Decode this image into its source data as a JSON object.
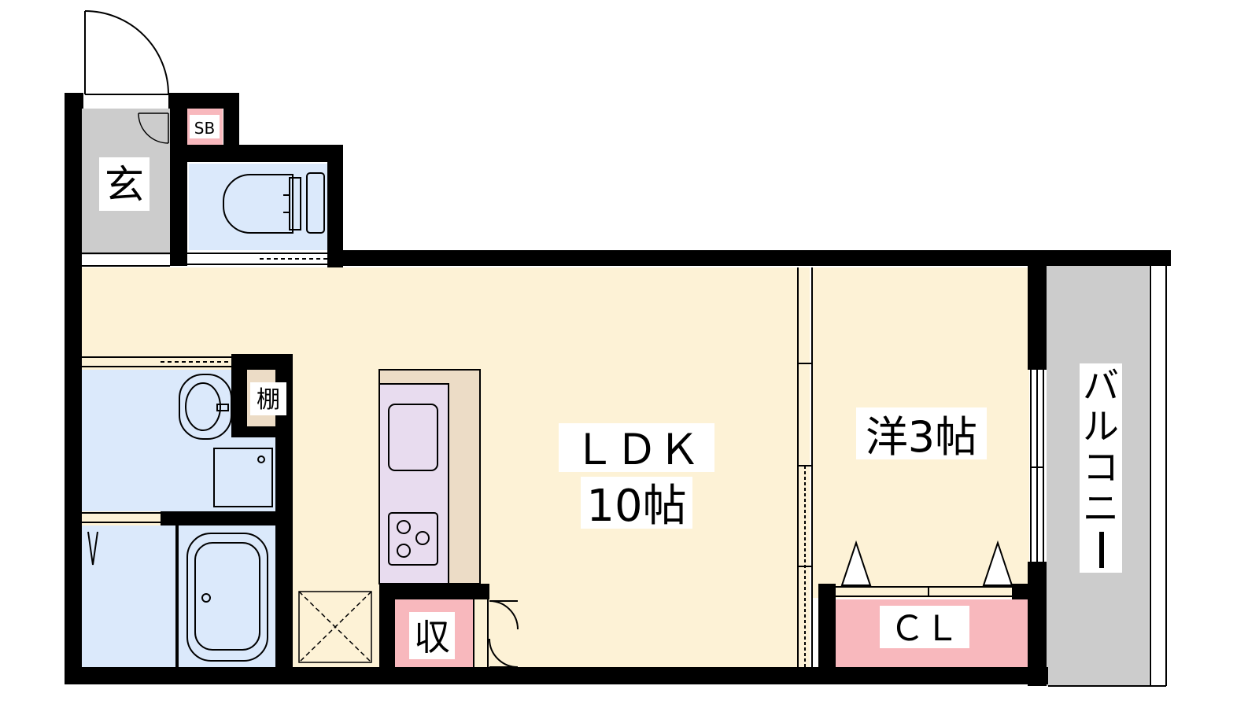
{
  "colors": {
    "wall": "#000000",
    "ldk_floor": "#fdf2d6",
    "wet_area": "#dbe9fb",
    "entrance": "#cccccc",
    "balcony": "#cccccc",
    "storage": "#f8b8bd",
    "kitchen_counter": "#ecdcc6",
    "sink": "#e8dcef",
    "shelf": "#ecdcc6",
    "label_bg": "#ffffff"
  },
  "rooms": {
    "entrance": {
      "label": "玄"
    },
    "shoe_box": {
      "label": "SB"
    },
    "shelf": {
      "label": "棚"
    },
    "ldk": {
      "label_line1": "ＬＤＫ",
      "label_line2": "10帖"
    },
    "western": {
      "label": "洋3帖"
    },
    "closet": {
      "label": "ＣＬ"
    },
    "storage": {
      "label": "収"
    },
    "balcony": {
      "label_chars": [
        "バ",
        "ル",
        "コ",
        "ニ",
        "ー"
      ]
    }
  },
  "icons": [
    "door-swing-icon",
    "toilet-icon",
    "washbasin-icon",
    "washing-machine-pan-icon",
    "bathtub-icon",
    "kitchen-sink-icon",
    "stove-burner-icon",
    "refrigerator-space-icon"
  ]
}
